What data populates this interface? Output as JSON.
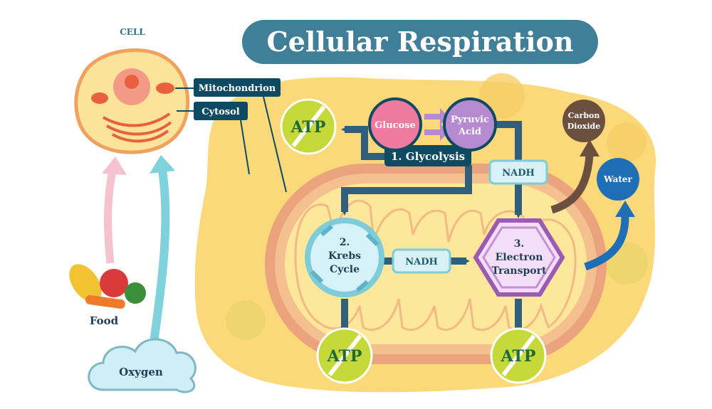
{
  "title": "Cellular Respiration",
  "cell_label": "CELL",
  "labels": {
    "mitochondrion": "Mitochondrion",
    "cytosol": "Cytosol",
    "food": "Food",
    "oxygen": "Oxygen",
    "glucose": "Glucose",
    "pyruvic_line1": "Pyruvic",
    "pyruvic_line2": "Acid",
    "glycolysis": "1. Glycolysis",
    "krebs_line1": "2.",
    "krebs_line2": "Krebs",
    "krebs_line3": "Cycle",
    "et_line1": "3.",
    "et_line2": "Electron",
    "et_line3": "Transport",
    "nadh_top": "NADH",
    "nadh_mid": "NADH",
    "carbon_line1": "Carbon",
    "carbon_line2": "Dioxide",
    "water": "Water",
    "atp_top": "ATP",
    "atp_krebs": "ATP",
    "atp_et": "ATP"
  },
  "colors": {
    "title_bg": "#3f7f97",
    "cytoplasm": "#fbd97a",
    "mito_outer": "#eaa37d",
    "dark_teal": "#0f4a63",
    "glucose": "#ee7aa0",
    "pyruvic": "#b58ad1",
    "krebs": "#7ecbd9",
    "electron": "#c98fd6",
    "atp": "#c5d93b",
    "carbon": "#6b4f3f",
    "water": "#1e6fb5",
    "oxygen_cloud": "#cfeef5"
  }
}
